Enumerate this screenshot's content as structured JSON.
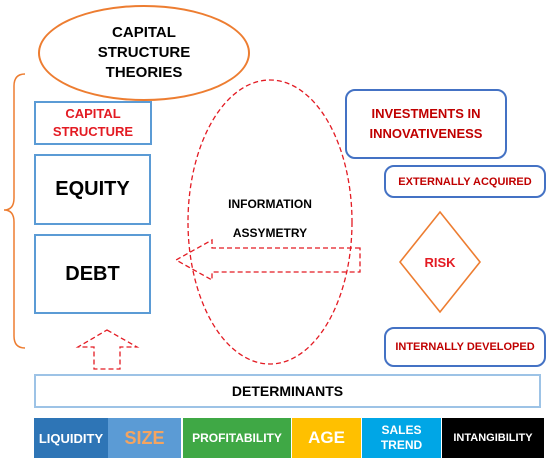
{
  "theories": "CAPITAL STRUCTURE THEORIES",
  "capital_structure": "CAPITAL STRUCTURE",
  "equity": "EQUITY",
  "debt": "DEBT",
  "information_asymmetry": {
    "line1": "INFORMATION",
    "line2": "ASSYMETRY"
  },
  "investments": "INVESTMENTS IN INNOVATIVENESS",
  "externally_acquired": "EXTERNALLY ACQUIRED",
  "internally_developed": "INTERNALLY DEVELOPED",
  "risk": "RISK",
  "determinants_title": "DETERMINANTS",
  "determinants": [
    {
      "label": "LIQUIDITY",
      "bg": "#2e75b6",
      "fg": "#ffffff"
    },
    {
      "label": "SIZE",
      "bg": "#5b9bd5",
      "fg": "#f4a460"
    },
    {
      "label": "PROFITABILITY",
      "bg": "#3fa845",
      "fg": "#ffffff"
    },
    {
      "label": "AGE",
      "bg": "#ffc000",
      "fg": "#ffffff"
    },
    {
      "label": "SALES TREND",
      "bg": "#00a6e6",
      "fg": "#ffffff"
    },
    {
      "label": "INTANGIBILITY",
      "bg": "#000000",
      "fg": "#ffffff"
    }
  ],
  "colors": {
    "orange": "#ed7d31",
    "red": "#e31b23",
    "dark_red": "#c00000",
    "blue": "#5b9bd5"
  }
}
